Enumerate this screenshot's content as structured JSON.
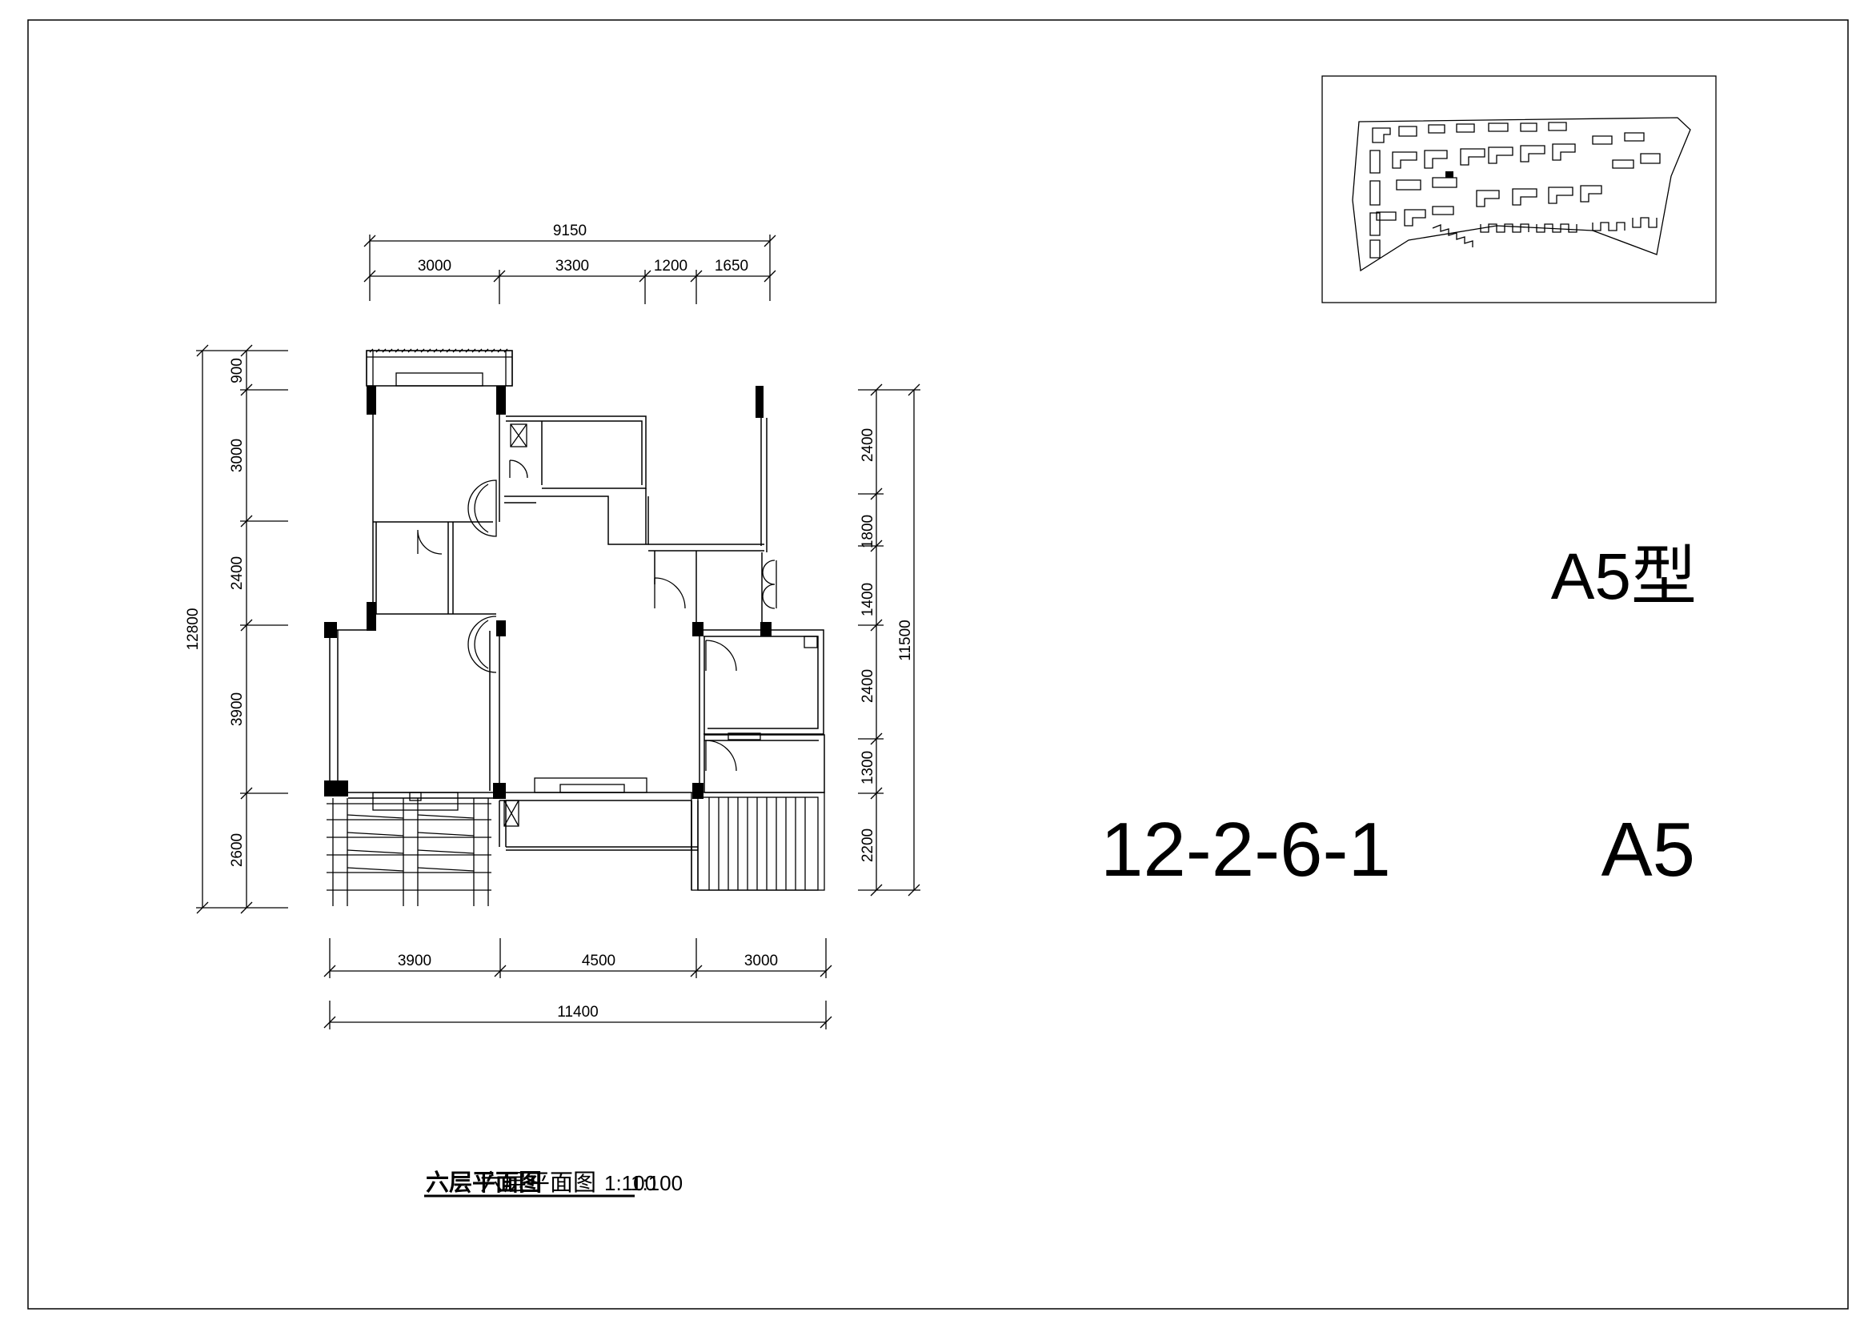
{
  "drawing": {
    "type_title": "A5型",
    "unit_code": "12-2-6-1",
    "unit_type": "A5",
    "caption": "六层平面图",
    "scale": "1:100",
    "caption_overlap": "六层平面图",
    "scale_overlap": "1:100"
  },
  "dimensions": {
    "top_total": "9150",
    "top_parts": [
      "3000",
      "3300",
      "1200",
      "1650"
    ],
    "bottom_parts": [
      "3900",
      "4500",
      "3000"
    ],
    "bottom_total": "11400",
    "left_total": "12800",
    "left_parts": [
      "900",
      "3000",
      "2400",
      "3900",
      "2600"
    ],
    "right_total": "11500",
    "right_parts": [
      "2400",
      "1800",
      "1400",
      "2400",
      "1300",
      "2200"
    ]
  },
  "colors": {
    "line": "#000000",
    "background": "#ffffff"
  }
}
